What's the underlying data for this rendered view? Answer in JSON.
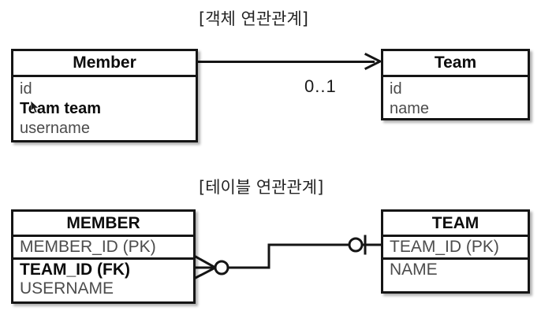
{
  "diagram": {
    "title_object": "[객체 연관관계]",
    "title_table": "[테이블 연관관계]",
    "stroke_color": "#151515",
    "field_color": "#4c4c4c",
    "background": "#ffffff"
  },
  "object_model": {
    "member": {
      "name": "Member",
      "fields": [
        {
          "label": "id",
          "emphasis": false
        },
        {
          "label": "Team team",
          "emphasis": true
        },
        {
          "label": "username",
          "emphasis": false
        }
      ]
    },
    "team": {
      "name": "Team",
      "fields": [
        {
          "label": "id",
          "emphasis": false
        },
        {
          "label": "name",
          "emphasis": false
        }
      ]
    },
    "association": {
      "multiplicity": "0..1",
      "direction": "member-to-team",
      "arrow_style": "open-arrow"
    }
  },
  "table_model": {
    "member_table": {
      "name": "MEMBER",
      "sections": [
        {
          "fields": [
            {
              "label": "MEMBER_ID (PK)",
              "emphasis": false
            }
          ]
        },
        {
          "fields": [
            {
              "label": "TEAM_ID (FK)",
              "emphasis": true
            },
            {
              "label": "USERNAME",
              "emphasis": false
            }
          ]
        }
      ]
    },
    "team_table": {
      "name": "TEAM",
      "sections": [
        {
          "fields": [
            {
              "label": "TEAM_ID (PK)",
              "emphasis": false
            }
          ]
        },
        {
          "fields": [
            {
              "label": "NAME",
              "emphasis": false
            }
          ]
        }
      ]
    },
    "relationship": {
      "left_cardinality": "zero-or-many (crows-foot with circle)",
      "right_cardinality": "zero-or-one (circle with bar)"
    }
  },
  "overlay": {
    "cursor": "mouse-pointer"
  }
}
